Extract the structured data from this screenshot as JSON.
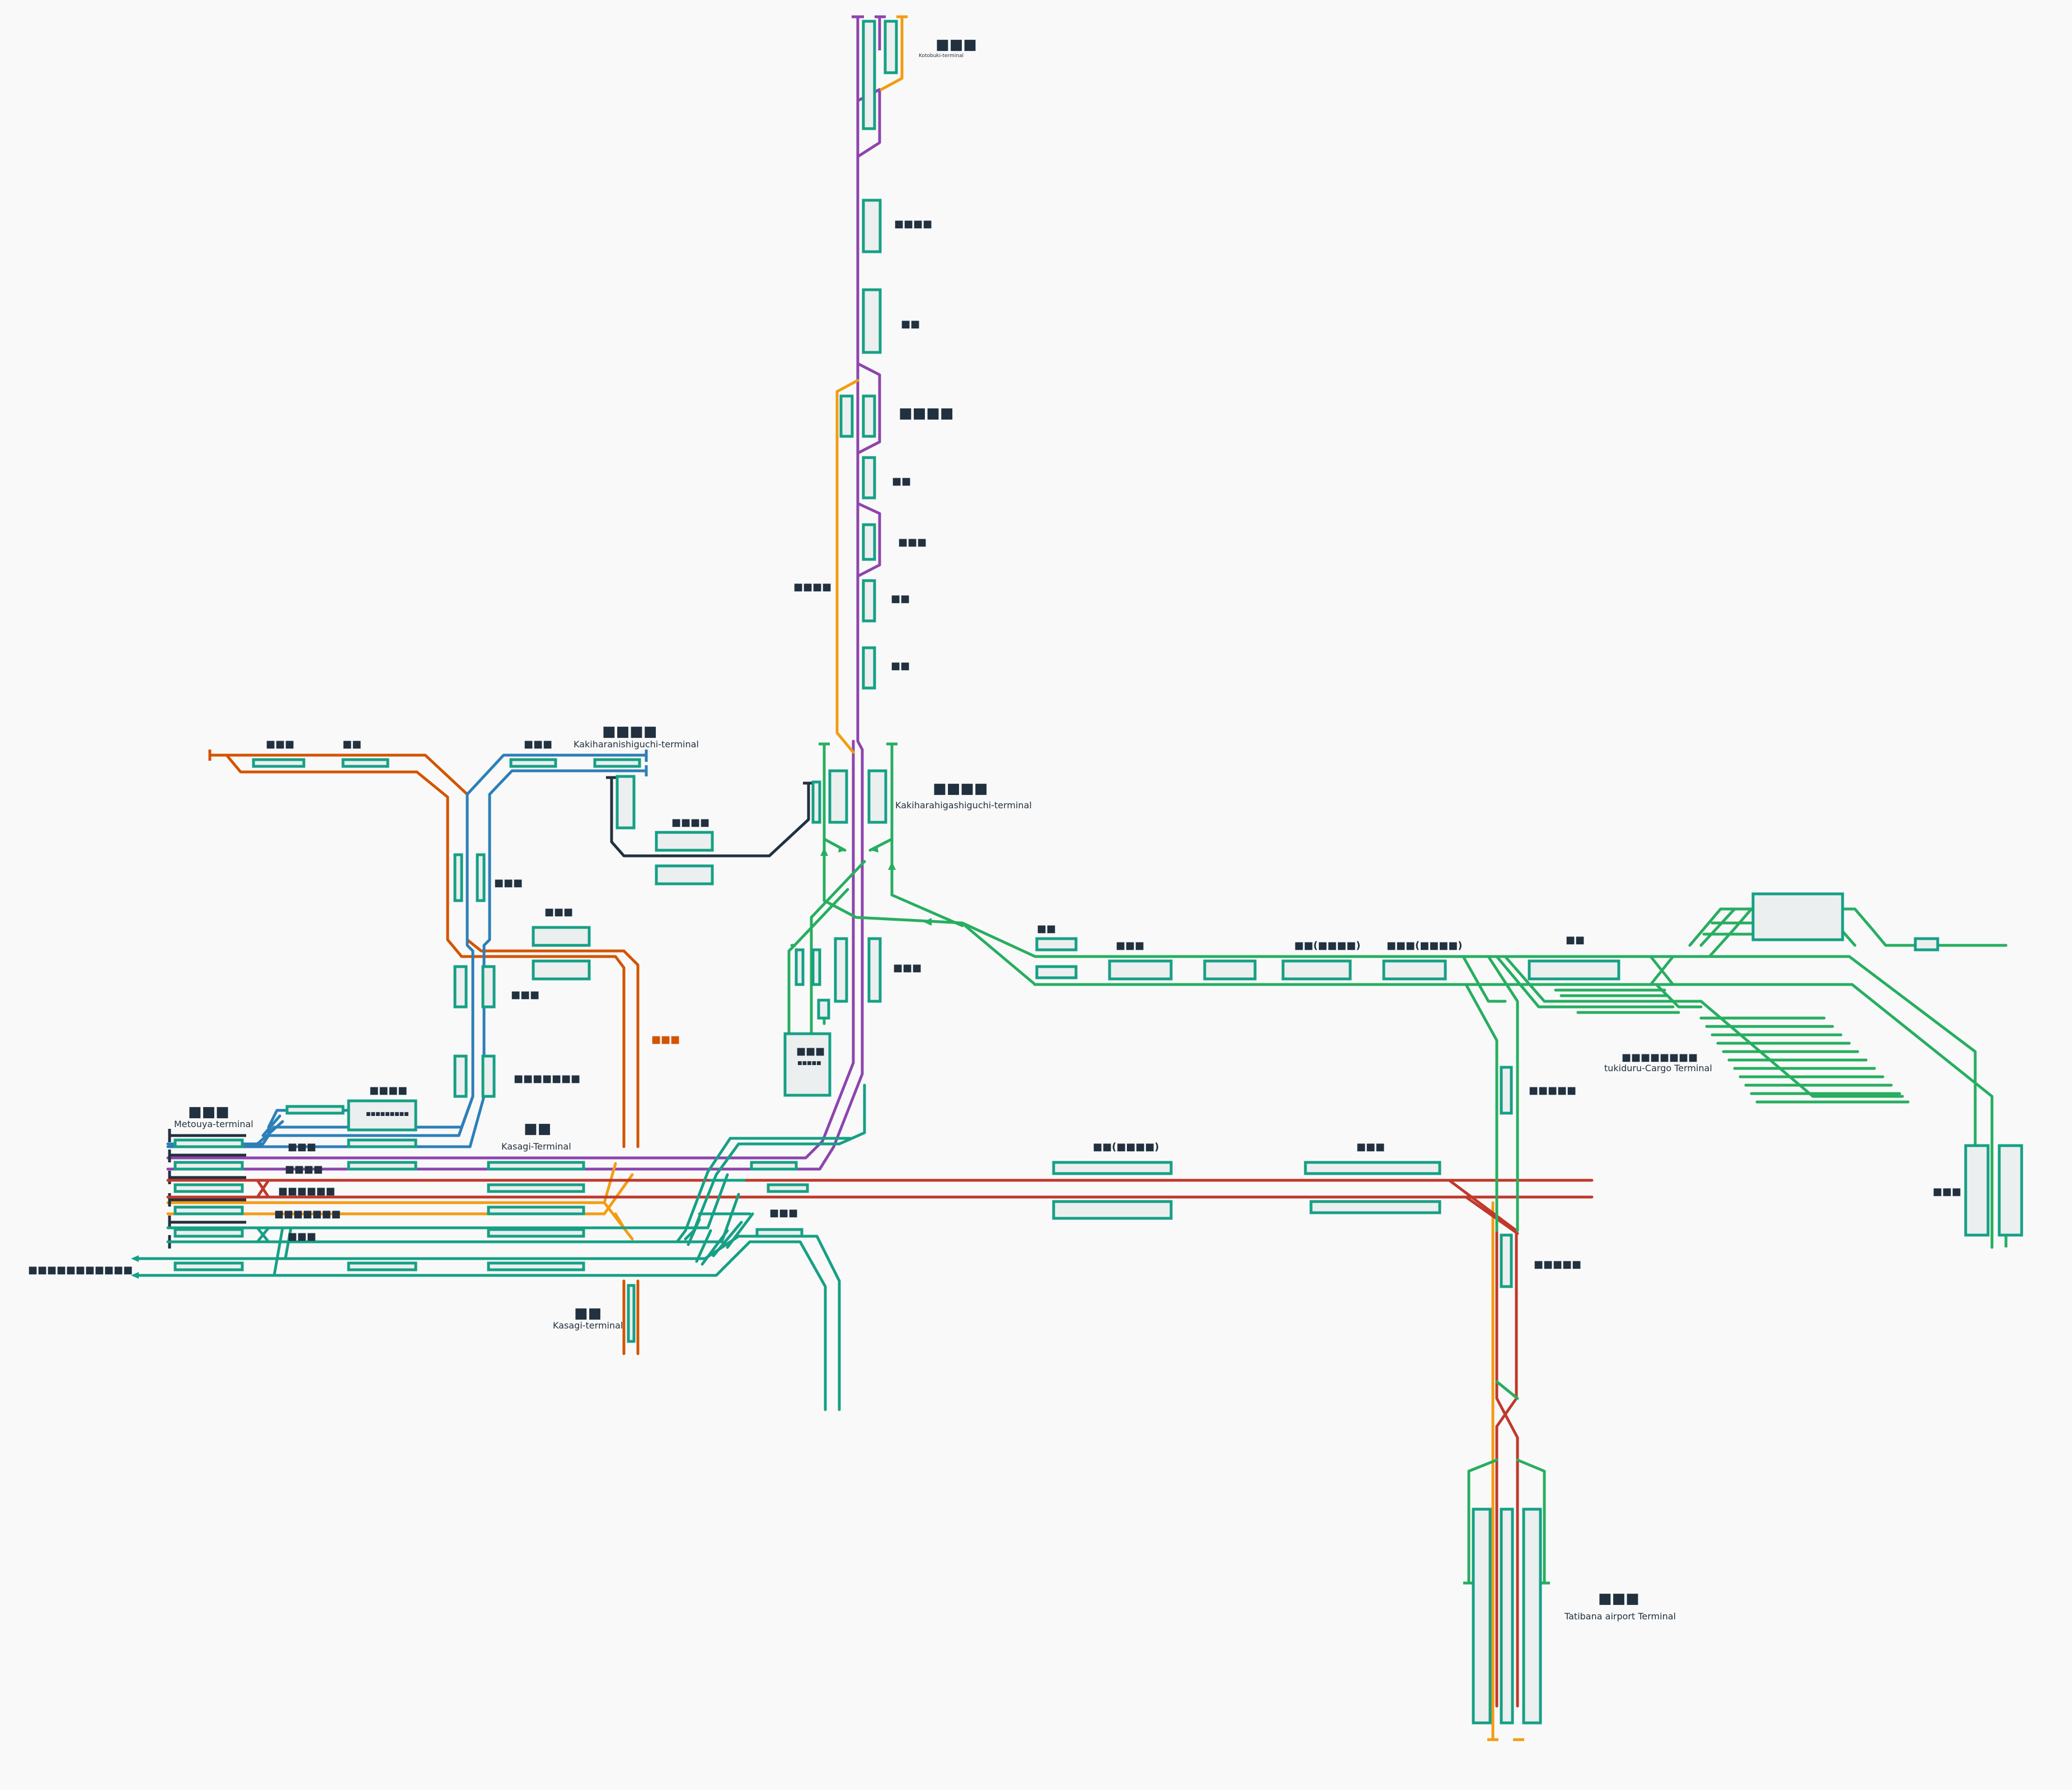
{
  "colors": {
    "background": "#f9f9f9",
    "purple": "#8e44ad",
    "orange": "#f39c12",
    "dark_orange": "#d35400",
    "blue": "#2c7fb8",
    "green": "#27ae60",
    "teal": "#16a085",
    "red": "#c0392b",
    "navy": "#22313f",
    "platform_fill": "#ecefef"
  },
  "labels": {
    "north_terminal": "■■■",
    "north_terminal_en": "Kotobuki-terminal",
    "st_n2": "■■■■",
    "st_n3": "■■",
    "st_n4": "■■■■",
    "st_n5": "■■",
    "st_n6": "■■■",
    "st_n7": "■■",
    "st_n8": "■■",
    "orange_branch": "■■■■",
    "nishiguchi": "■■■■",
    "nishiguchi_en": "Kakiharanishiguchi-terminal",
    "higashiguchi": "■■■■",
    "higashiguchi_en": "Kakiharahigashiguchi-terminal",
    "w_st1": "■■■",
    "w_st2": "■■",
    "w_st3": "■■■",
    "navy_st": "■■■■",
    "blue_st1": "■■■",
    "blue_st2": "■■■",
    "blue_st3": "■■■",
    "blue_st4": "■■■■■■■",
    "depot_box": "■■■",
    "depot_box_small": "■■■■■",
    "kasagi_side": "■■■",
    "south_st": "■■■",
    "kasagi_orange": "■■■",
    "metouya": "■■■",
    "metouya_en": "Metouya-terminal",
    "metouya_box": "■■■■",
    "metouya_box_inner": "■■■■■■■■■",
    "kasagi": "■■",
    "kasagi_en": "Kasagi-Terminal",
    "left_p1": "■■■",
    "left_p2": "■■■■",
    "left_p3": "■■■■■■",
    "left_p4": "■■■■■■■",
    "left_p5": "■■■",
    "far_left": "■■■■■■■■■■■",
    "kasagi_t": "■■",
    "kasagi_t_en": "Kasagi-terminal",
    "mid_green": "■■■■■■",
    "red_st1": "■■(■■■■)",
    "red_st2": "■■■",
    "green_e1": "■■",
    "green_e2": "■■■",
    "green_e3": "■■(■■■■)",
    "green_e4": "■■■(■■■■)",
    "green_e5": "■■",
    "cargo": "■■■■■■■■",
    "cargo_en": "tukiduru-Cargo Terminal",
    "east_st": "■■■",
    "airport_st1": "■■■■■",
    "airport_st2": "■■■■■",
    "airport": "■■■",
    "airport_en": "Tatibana airport Terminal"
  }
}
